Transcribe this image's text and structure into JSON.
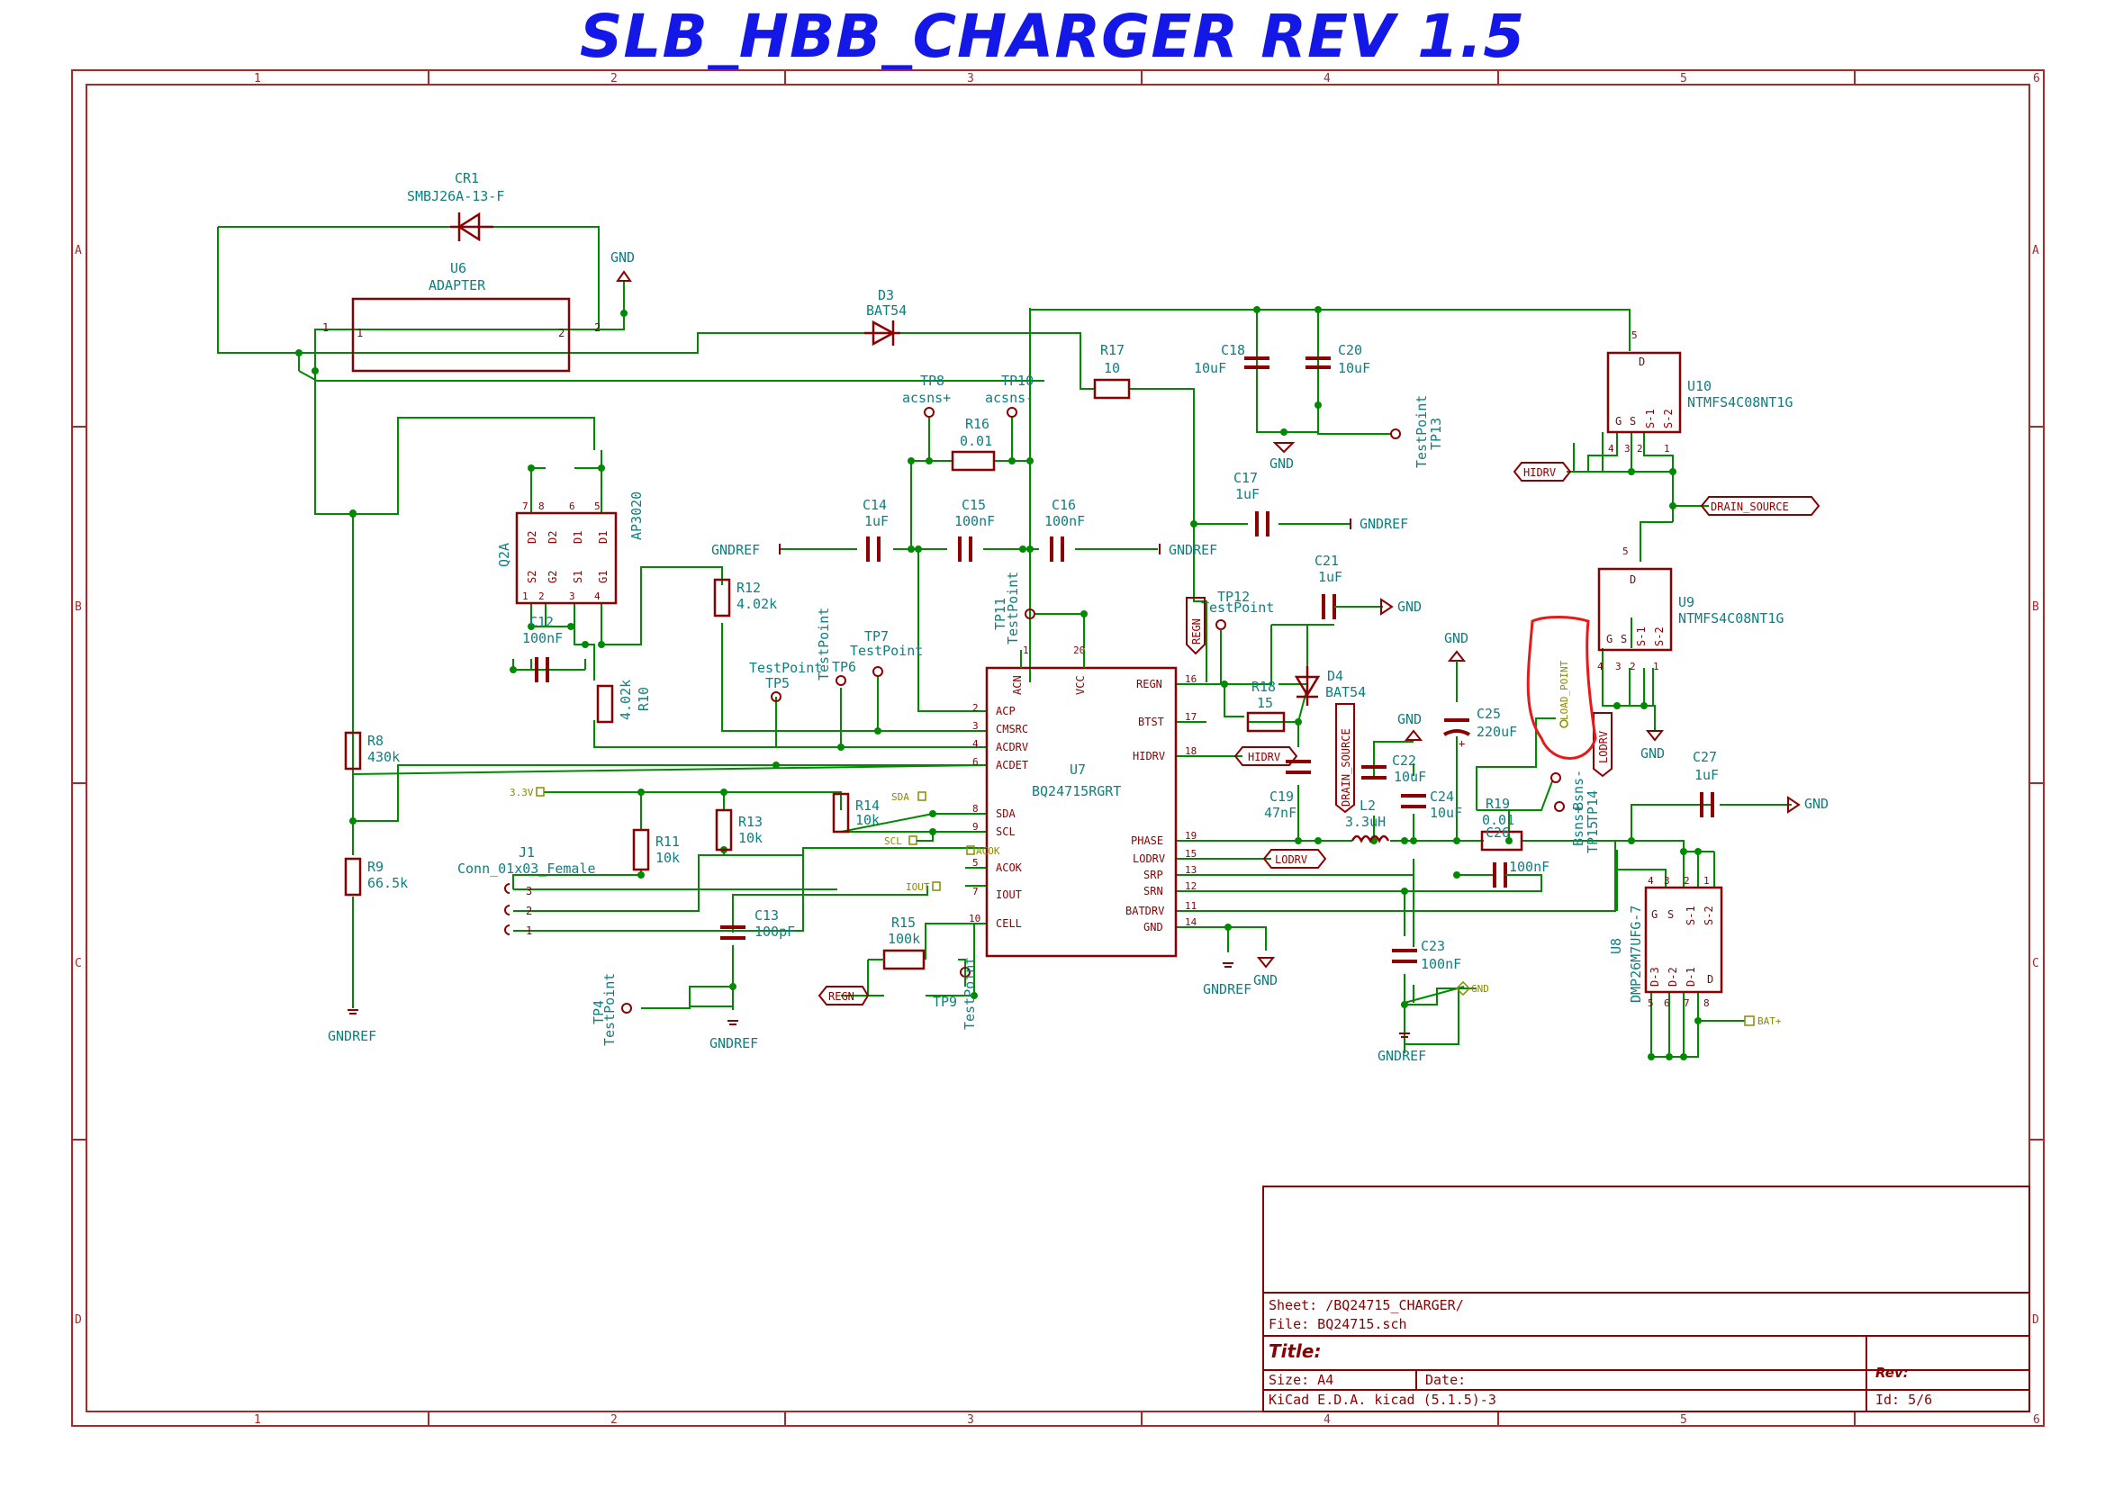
{
  "title": "SLB_HBB_CHARGER REV 1.5",
  "frame": {
    "cols": [
      "1",
      "2",
      "3",
      "4",
      "5",
      "6"
    ],
    "rows": [
      "A",
      "B",
      "C",
      "D"
    ]
  },
  "title_block": {
    "sheet": "Sheet: /BQ24715_CHARGER/",
    "file": "File: BQ24715.sch",
    "title": "Title:",
    "size": "Size: A4",
    "date": "Date:",
    "rev": "Rev:",
    "tool": "KiCad E.D.A.  kicad (5.1.5)-3",
    "id": "Id: 5/6"
  },
  "components": {
    "cr1_ref": "CR1",
    "cr1_val": "SMBJ26A-13-F",
    "u6_ref": "U6",
    "u6_val": "ADAPTER",
    "d3_ref": "D3",
    "d3_val": "BAT54",
    "r17_ref": "R17",
    "r17_val": "10",
    "c18_ref": "C18",
    "c18_val": "10uF",
    "c20_ref": "C20",
    "c20_val": "10uF",
    "u10_ref": "U10",
    "u10_val": "NTMFS4C08NT1G",
    "tp8_ref": "TP8",
    "tp8_val": "acsns+",
    "tp10_ref": "TP10",
    "tp10_val": "acsns-",
    "r16_ref": "R16",
    "r16_val": "0.01",
    "q2a_ref": "Q2A",
    "q2a_val": "AP3020",
    "c14_ref": "C14",
    "c14_val": "1uF",
    "c15_ref": "C15",
    "c15_val": "100nF",
    "c16_ref": "C16",
    "c16_val": "100nF",
    "c17_ref": "C17",
    "c17_val": "1uF",
    "tp13_ref": "TP13",
    "tp13_val": "TestPoint",
    "u9_ref": "U9",
    "u9_val": "NTMFS4C08NT1G",
    "r12_ref": "R12",
    "r12_val": "4.02k",
    "c12_ref": "C12",
    "c12_val": "100nF",
    "r10_ref": "R10",
    "r10_val": "4.02k",
    "tp5_ref": "TP5",
    "tp5_val": "TestPoint",
    "tp6_ref": "TP6",
    "tp6_val": "TestPoint",
    "tp7_ref": "TP7",
    "tp7_val": "TestPoint",
    "tp11_ref": "TP11",
    "tp11_val": "TestPoint",
    "tp12_ref": "TP12",
    "tp12_val": "TestPoint",
    "c21_ref": "C21",
    "c21_val": "1uF",
    "d4_ref": "D4",
    "d4_val": "BAT54",
    "r18_ref": "R18",
    "r18_val": "15",
    "c25_ref": "C25",
    "c25_val": "220uF",
    "r8_ref": "R8",
    "r8_val": "430k",
    "r9_ref": "R9",
    "r9_val": "66.5k",
    "u7_ref": "U7",
    "u7_val": "BQ24715RGRT",
    "c19_ref": "C19",
    "c19_val": "47nF",
    "c22_ref": "C22",
    "c22_val": "10uF",
    "c24_ref": "C24",
    "c24_val": "10uF",
    "l2_ref": "L2",
    "l2_val": "3.3uH",
    "r19_ref": "R19",
    "r19_val": "0.01",
    "c26_ref": "C26",
    "c26_val": "100nF",
    "tp14_ref": "TP14",
    "tp14_val": "Bsns-",
    "tp15_ref": "TP15",
    "tp15_val": "Bsns+",
    "c27_ref": "C27",
    "c27_val": "1uF",
    "r11_ref": "R11",
    "r11_val": "10k",
    "r13_ref": "R13",
    "r13_val": "10k",
    "r14_ref": "R14",
    "r14_val": "10k",
    "j1_ref": "J1",
    "j1_val": "Conn_01x03_Female",
    "c13_ref": "C13",
    "c13_val": "100pF",
    "r15_ref": "R15",
    "r15_val": "100k",
    "tp4_ref": "TP4",
    "tp4_val": "TestPoint",
    "tp9_ref": "TP9",
    "tp9_val": "TestPoint",
    "c23_ref": "C23",
    "c23_val": "100nF",
    "u8_ref": "U8",
    "u8_val": "DMP26M7UFG-7"
  },
  "nets": {
    "gnd": "GND",
    "gndref": "GNDREF",
    "hidrv": "HIDRV",
    "lodrv": "LODRV",
    "regn": "REGN",
    "drain_source": "DRAIN_SOURCE",
    "load_point": "LOAD_POINT",
    "v33": "3.3V",
    "sda": "SDA",
    "scl": "SCL",
    "acok": "ACOK",
    "iout": "IOUT",
    "batp": "BAT+"
  },
  "u7_pins_left": [
    "ACP",
    "CMSRC",
    "ACDRV",
    "ACDET",
    "SDA",
    "SCL",
    "ACOK",
    "IOUT",
    "CELL"
  ],
  "u7_pinnums_left": [
    "2",
    "3",
    "4",
    "6",
    "8",
    "9",
    "5",
    "7",
    "10"
  ],
  "u7_pins_right": [
    "REGN",
    "BTST",
    "HIDRV",
    "PHASE",
    "LODRV",
    "SRP",
    "SRN",
    "BATDRV",
    "GND"
  ],
  "u7_pinnums_right": [
    "16",
    "17",
    "18",
    "19",
    "15",
    "13",
    "12",
    "11",
    "14"
  ],
  "u7_pins_top": [
    "ACN",
    "VCC"
  ],
  "u7_pinnums_top": [
    "1",
    "20"
  ],
  "connector_pins": [
    "3",
    "2",
    "1"
  ]
}
